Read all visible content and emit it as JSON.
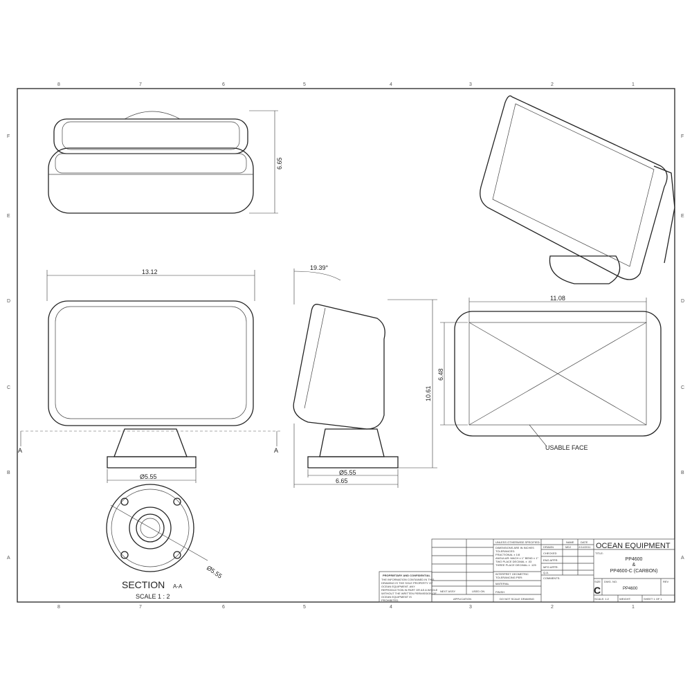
{
  "zones": {
    "columns": [
      "8",
      "7",
      "6",
      "5",
      "4",
      "3",
      "2",
      "1"
    ],
    "rows": [
      "F",
      "E",
      "D",
      "C",
      "B",
      "A"
    ]
  },
  "dimensions": {
    "top_height": "6.65",
    "front_width": "13.12",
    "tilt_angle": "19.39°",
    "side_height": "10.61",
    "face_width": "11.08",
    "face_height": "6.48",
    "front_base_dia": "Ø5.55",
    "side_base_dia": "Ø5.55",
    "side_depth": "6.65",
    "section_dia": "Ø5.55"
  },
  "labels": {
    "usable_face": "USABLE FACE",
    "section_letter_left": "A",
    "section_letter_right": "A",
    "section_title": "SECTION",
    "section_id": "A-A",
    "section_scale": "SCALE 1 : 2"
  },
  "proprietary": {
    "title": "PROPRIETARY AND CONFIDENTIAL",
    "lines": [
      "THE INFORMATION CONTAINED IN THIS",
      "DRAWING IS THE SOLE PROPERTY OF",
      "OCEAN EQUIPMENT. ANY",
      "REPRODUCTION IN PART OR AS A WHOLE",
      "WITHOUT THE WRITTEN PERMISSION OF",
      "OCEAN EQUIPMENT IS",
      "PROHIBITED."
    ]
  },
  "title_block": {
    "spec_header": "UNLESS OTHERWISE SPECIFIED:",
    "spec_lines": [
      "DIMENSIONS ARE IN INCHES",
      "TOLERANCES:",
      "FRACTIONAL ± 1/8",
      "ANGULAR: MACH ± 1° BEND ± 1°",
      "TWO PLACE DECIMAL ± .03",
      "THREE PLACE DECIMAL ± .125"
    ],
    "geo_tol": [
      "INTERPRET GEOMETRIC",
      "TOLERANCING PER:"
    ],
    "material": "MATERIAL",
    "finish": "FINISH",
    "next_assy": "NEXT ASSY",
    "used_on": "USED ON",
    "application": "APPLICATION",
    "do_not_scale": "DO NOT SCALE DRAWING",
    "name_header": "NAME",
    "date_header": "DATE",
    "drawn": "DRAWN",
    "drawn_name": "MDJ",
    "drawn_date": "2/14/2011",
    "checked": "CHECKED",
    "eng_appr": "ENG APPR.",
    "mfg_appr": "MFG APPR.",
    "qa": "Q.A.",
    "comments": "COMMENTS:",
    "company": "OCEAN EQUIPMENT",
    "title_label": "TITLE:",
    "title_line1": "PP4600",
    "title_line2": "&",
    "title_line3": "PP4600-C (CARBON)",
    "size_label": "SIZE",
    "size": "C",
    "dwg_no_label": "DWG. NO.",
    "dwg_no": "PP4600",
    "rev_label": "REV",
    "scale": "SCALE: 1:2",
    "weight": "WEIGHT:",
    "sheet": "SHEET 1 OF 1"
  }
}
